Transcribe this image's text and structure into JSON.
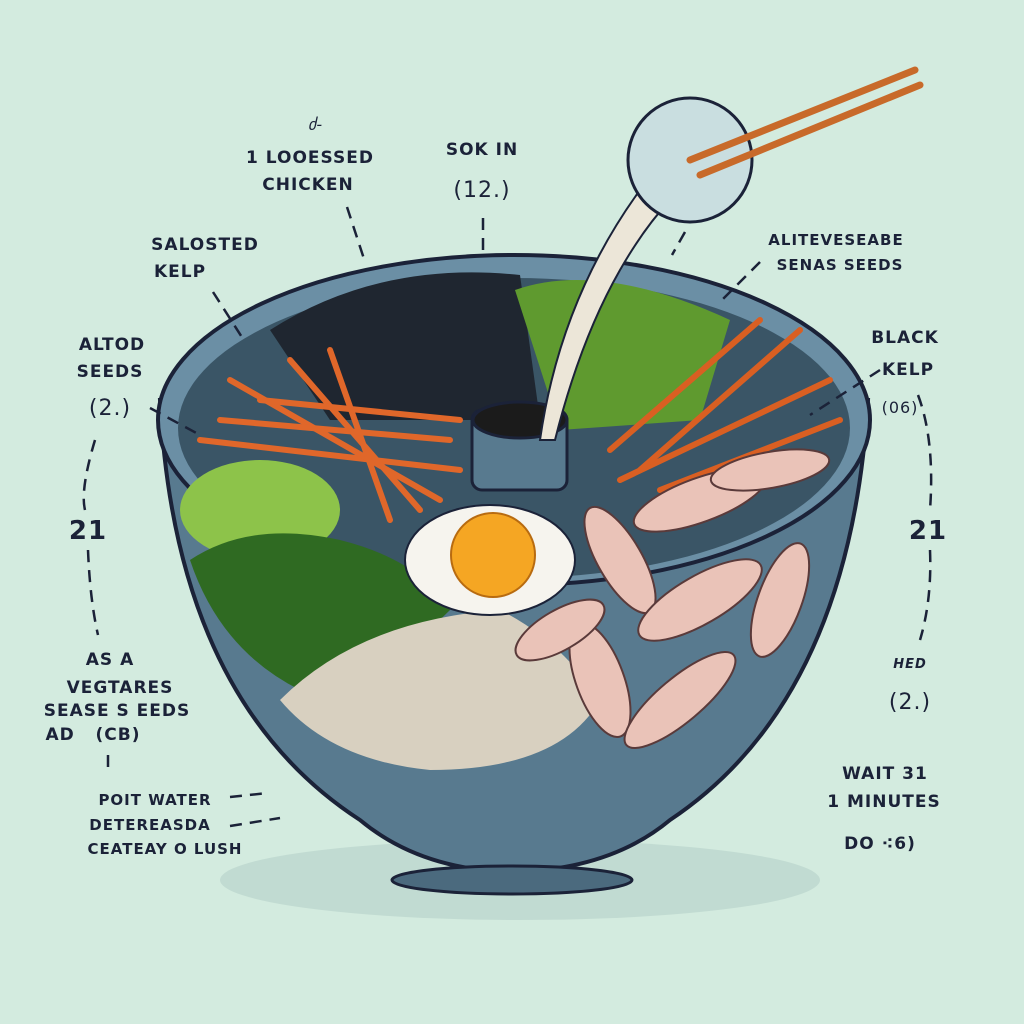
{
  "labels": {
    "chicken": [
      "1 LOOESSED",
      "CHICKEN"
    ],
    "soak": [
      "SOK IN",
      "(12.)"
    ],
    "salosted_kelp": [
      "SALOSTED",
      "KELP"
    ],
    "sesame": [
      "ALITEVESEABE",
      "SENAS SEEDS"
    ],
    "altod_seeds": [
      "ALTOD",
      "SEEDS",
      "(2.)"
    ],
    "black_kelp": [
      "BLACK",
      "KELP",
      "(06)"
    ],
    "left_number": "21",
    "right_number": "21",
    "vegetables": [
      "AS A",
      "VEGTARES",
      "SEASE S EEDS",
      "AD   (CB)"
    ],
    "hed": [
      "HED",
      "(2.)"
    ],
    "water": [
      "POIT WATER",
      "DETEREASDA",
      "CEATEAY O LUSH"
    ],
    "wait": [
      "WAIT 31",
      "1 MINUTES",
      "DO ⁖6)"
    ]
  },
  "colors": {
    "background": "#d3ebdf",
    "bowl": "#5d7f95",
    "ink": "#1b2238",
    "carrot": "#e0672a",
    "greens": "#3f7a2a",
    "chicken": "#eac3b8",
    "yolk": "#f5a623"
  }
}
